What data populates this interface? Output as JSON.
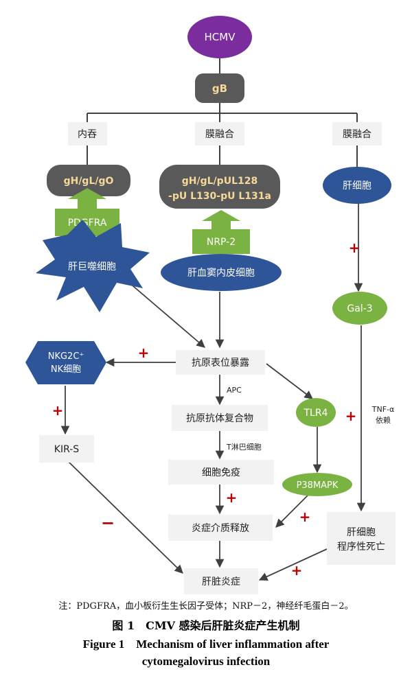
{
  "colors": {
    "purple": "#7B2D9E",
    "dark_gray": "#595959",
    "navy": "#2E5597",
    "green": "#7BB342",
    "light_box": "#F2F2F2",
    "arrow": "#404040",
    "plus": "#C00000",
    "gold_text": "#F5D999"
  },
  "nodes": {
    "hcmv": "HCMV",
    "gb": "gB",
    "endocytosis": "内吞",
    "membrane_fusion_1": "膜融合",
    "membrane_fusion_2": "膜融合",
    "complex_gho": "gH/gL/gO",
    "complex_ul_line1": "gH/gL/pUL128",
    "complex_ul_line2": "-pU L130-pU L131a",
    "hepatocyte": "肝细胞",
    "pdgfra": "PDGFRA",
    "nrp2": "NRP-2",
    "macrophage": "肝巨噬细胞",
    "sinusoid_cell": "肝血窦内皮细胞",
    "gal3": "Gal-3",
    "nk_line1": "NKG2C⁺",
    "nk_line2": "NK细胞",
    "antigen_exposure": "抗原表位暴露",
    "apc": "APC",
    "immune_complex": "抗原抗体复合物",
    "t_cell": "T淋巴细胞",
    "tlr4": "TLR4",
    "tnf_line1": "TNF-α",
    "tnf_line2": "依赖",
    "kir_s": "KIR-S",
    "cell_immunity": "细胞免疫",
    "p38mapk": "P38MAPK",
    "inflammatory_release": "炎症介质释放",
    "apoptosis_line1": "肝细胞",
    "apoptosis_line2": "程序性死亡",
    "liver_inflammation": "肝脏炎症"
  },
  "signs": {
    "plus": "+",
    "minus": "−"
  },
  "footnote": "注：PDGFRA，血小板衍生生长因子受体；NRP－2，神经纤毛蛋白－2。",
  "caption": {
    "cn": "图 1　CMV 感染后肝脏炎症产生机制",
    "en_line1": "Figure 1　Mechanism of liver inflammation after",
    "en_line2": "cytomegalovirus infection"
  }
}
